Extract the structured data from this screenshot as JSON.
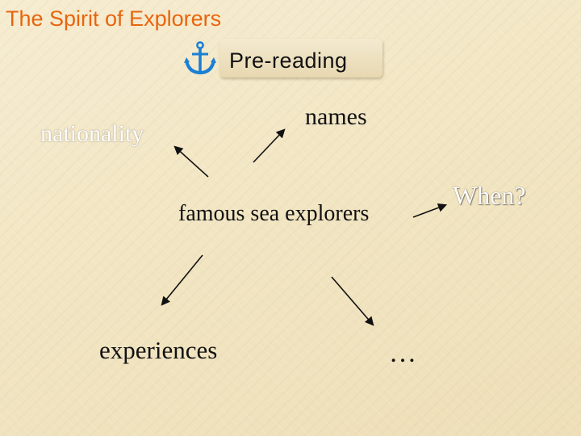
{
  "slide": {
    "title": "The Spirit of Explorers",
    "subtitle": "Pre-reading",
    "anchor_icon": "anchor-icon"
  },
  "diagram": {
    "center": "famous sea explorers",
    "branches": {
      "nationality": "nationality",
      "names": "names",
      "when": "When?",
      "experiences": "experiences",
      "more": "…"
    }
  },
  "colors": {
    "title": "#e8650d",
    "background": "#f3e8c8",
    "anchor": "#1b7fd4",
    "text": "#111111",
    "faded_text": "#ffffff"
  }
}
